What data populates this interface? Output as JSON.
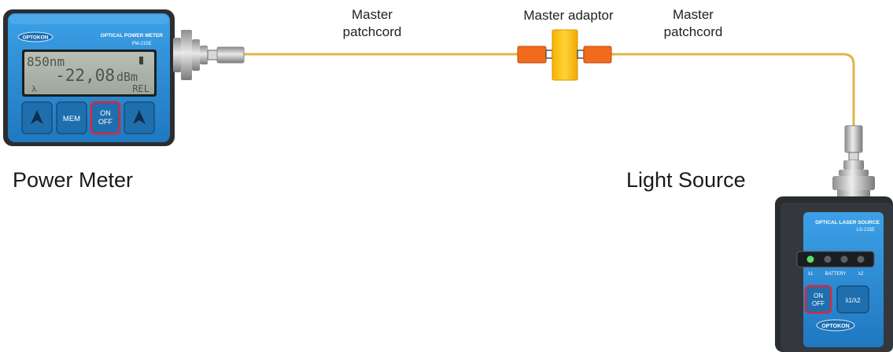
{
  "labels": {
    "patchcord_left_line1": "Master",
    "patchcord_left_line2": "patchcord",
    "adaptor": "Master adaptor",
    "patchcord_right_line1": "Master",
    "patchcord_right_line2": "patchcord",
    "power_meter": "Power Meter",
    "light_source": "Light Source"
  },
  "power_meter": {
    "brand": "OPTOKON",
    "title": "OPTICAL POWER METER",
    "model": "PM-215E",
    "display_wavelength": "850nm",
    "display_value": "-22,08",
    "display_unit": "dBm",
    "display_left_indicator": "λ",
    "display_right_indicator": "REL",
    "btn_mem": "MEM",
    "btn_on": "ON",
    "btn_off": "OFF"
  },
  "light_source": {
    "title": "OPTICAL LASER SOURCE",
    "model": "LS-215E",
    "led_lambda1": "λ1",
    "led_battery": "BATTERY",
    "led_lambda2": "λ2",
    "btn_on": "ON",
    "btn_off": "OFF",
    "btn_switch": "λ1/λ2",
    "brand": "OPTOKON"
  },
  "colors": {
    "fiber": "#e0b648",
    "device_blue": "#2f8fd8",
    "adaptor_yellow": "#f5c21a",
    "connector_orange": "#f26b1d",
    "lcd": "#aab3a8"
  }
}
